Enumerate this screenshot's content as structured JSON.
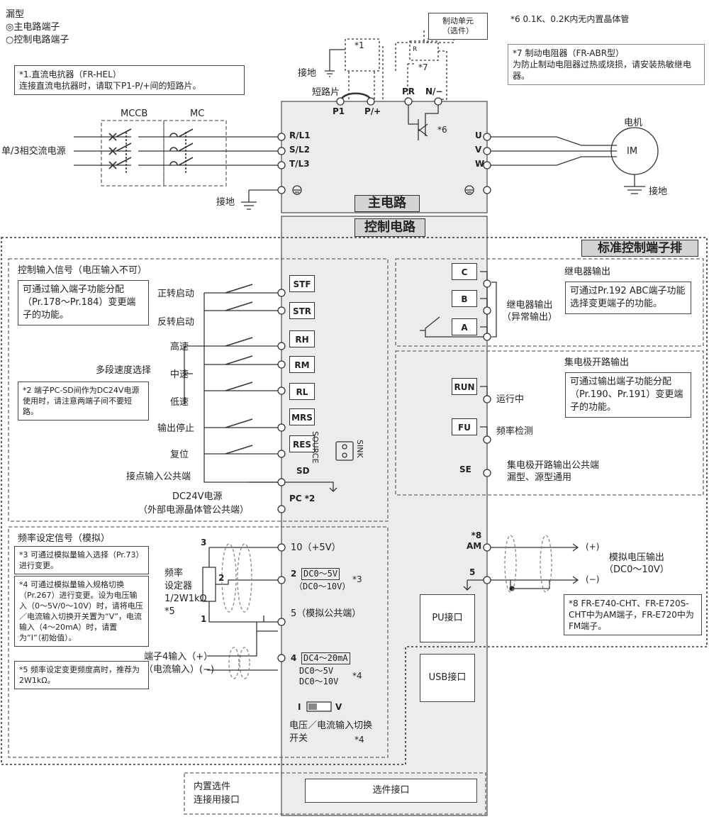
{
  "legend": {
    "title": "漏型",
    "main_terminal": "主电路端子",
    "control_terminal": "控制电路端子"
  },
  "notes": {
    "n1": "*1.直流电抗器（FR-HEL）\n连接直流电抗器时，请取下P1-P/+间的短路片。",
    "n6": "*6  0.1K、0.2K内无内置晶体管",
    "n7": "*7  制动电阻器（FR-ABR型）\n为防止制动电阻器过热或烧损，请安装热敏继电器。",
    "n2": "*2  端子PC-SD间作为DC24V电源使用时，请注意两端子间不要短路。",
    "n3": "*3  可通过模拟量输入选择（Pr.73）进行变更。",
    "n4": "*4  可通过模拟量输入规格切换（Pr.267）进行变更。设为电压输入（0～5V/0～10V）时，请将电压／电流输入切换开关置为“V”，电流输入（4～20mA）时，请置为“I”（初始值）。",
    "n5": "*5  频率设定变更频度高时，推荐为2W1kΩ。",
    "n8": "*8  FR-E740-CHT、FR-E720S-CHT中为AM端子，FR-E720中为FM端子。",
    "input_func": "可通过输入端子功能分配（Pr.178～Pr.184）变更端子的功能。",
    "relay_func": "可通过Pr.192 ABC端子功能选择变更端子的功能。",
    "oc_func": "可通过输出端子功能分配（Pr.190、Pr.191）变更端子的功能。"
  },
  "brake_unit": "制动单元\n（选件）",
  "labels": {
    "mccb": "MCCB",
    "mc": "MC",
    "power_source": "单/3相交流电源",
    "ground": "接地",
    "short_bar": "短路片",
    "star1": "*1",
    "star7": "*7",
    "star6": "*6",
    "r_box": "R",
    "p1": "P1",
    "p_plus": "P/+",
    "pr": "PR",
    "n_minus": "N/−",
    "rl1": "R/L1",
    "sl2": "S/L2",
    "tl3": "T/L3",
    "u": "U",
    "v": "V",
    "w": "W",
    "motor": "电机",
    "im": "IM",
    "main_circuit": "主电路",
    "control_circuit": "控制电路",
    "std_terminal": "标准控制端子排"
  },
  "control_input": {
    "title": "控制输入信号（电压输入不可）",
    "labels": [
      "正转启动",
      "反转启动",
      "高速",
      "中速",
      "低速",
      "输出停止",
      "复位"
    ],
    "multi_speed": "多段速度选择",
    "terminals": [
      "STF",
      "STR",
      "RH",
      "RM",
      "RL",
      "MRS",
      "RES"
    ],
    "sd_label": "接点输入公共端",
    "sd": "SD",
    "dc24": "DC24V电源",
    "dc24_sub": "（外部电源晶体管公共端）",
    "pc": "PC *2",
    "source": "SOURCE",
    "sink": "SINK"
  },
  "relay": {
    "title": "继电器输出",
    "terms": [
      "C",
      "B",
      "A"
    ],
    "label": "继电器输出\n（异常输出）"
  },
  "oc": {
    "title": "集电极开路输出",
    "run": "RUN",
    "run_label": "运行中",
    "fu": "FU",
    "fu_label": "频率检测",
    "se": "SE",
    "se_label": "集电极开路输出公共端\n漏型、源型通用"
  },
  "freq": {
    "title": "频率设定信号（模拟）",
    "pot": "频率\n设定器\n1/2W1kΩ\n*5",
    "n3": "3",
    "n2": "2",
    "n1": "1",
    "t10": "10（+5V）",
    "t2": "2",
    "t2_a": "DC0～5V",
    "t2_b": "（DC0～10V）",
    "t2_star": "*3",
    "t5": "5（模拟公共端）",
    "t4_label": "端子4输入（+）\n（电流输入）(−)",
    "t4": "4",
    "t4_a": "DC4～20mA",
    "t4_b": "DC0～5V",
    "t4_c": "DC0～10V",
    "t4_star": "*4",
    "switch_i": "I",
    "switch_v": "V",
    "switch_label": "电压／电流输入切换\n开关",
    "switch_star": "*4"
  },
  "analog_out": {
    "am": "*8\nAM",
    "five": "5",
    "plus": "(+)",
    "minus": "(−)",
    "label": "模拟电压输出\n（DC0～10V）"
  },
  "ports": {
    "pu": "PU接口",
    "usb": "USB接口"
  },
  "option": {
    "label": "内置选件\n连接用接口",
    "port": "选件接口"
  }
}
